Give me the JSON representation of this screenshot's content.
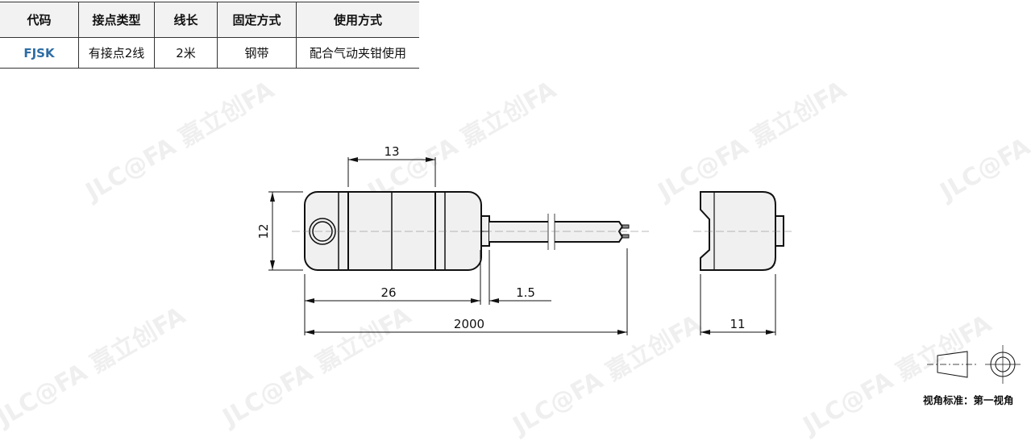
{
  "table": {
    "headers": [
      "代码",
      "接点类型",
      "线长",
      "固定方式",
      "使用方式"
    ],
    "row": [
      "FJSK",
      "有接点2线",
      "2米",
      "钢带",
      "配合气动夹钳使用"
    ]
  },
  "dimensions": {
    "d13": "13",
    "d12": "12",
    "d26": "26",
    "d1_5": "1.5",
    "d2000": "2000",
    "d11": "11"
  },
  "view_standard": "视角标准：第一视角",
  "watermark": "JLC@FA 嘉立创FA"
}
